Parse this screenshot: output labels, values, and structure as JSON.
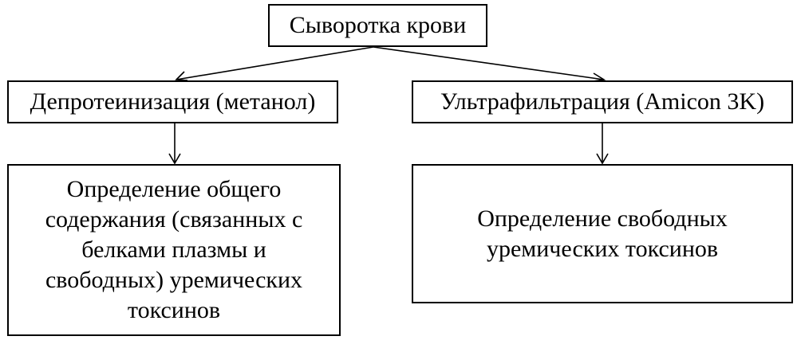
{
  "diagram": {
    "root": {
      "label": "Сыворотка крови"
    },
    "left_step": {
      "label": "Депротеинизация (метанол)"
    },
    "right_step": {
      "label": "Ультрафильтрация (Amicon 3K)"
    },
    "left_result": {
      "label": "Определение общего содержания (связанных с белками плазмы и свободных) уремических токсинов"
    },
    "right_result": {
      "label": "Определение свободных уремических токсинов"
    }
  },
  "colors": {
    "line": "#000000",
    "background": "#ffffff"
  }
}
